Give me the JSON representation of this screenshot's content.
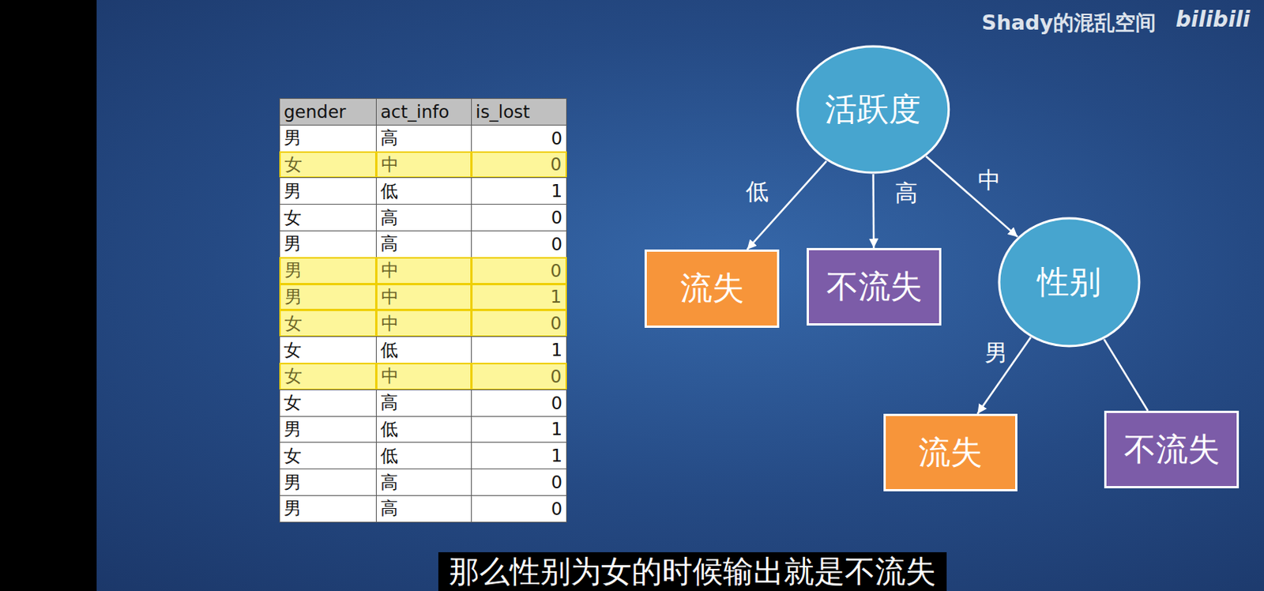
{
  "diagram": {
    "caption": "那么性别为女的时候输出就是不流失",
    "nodes": [
      {
        "text": [
          "活跃度"
        ]
      },
      {
        "text": [
          "流失"
        ]
      },
      {
        "text": [
          "不流失"
        ]
      },
      {
        "text": [
          "性别"
        ]
      },
      {
        "text": [
          "流失"
        ]
      },
      {
        "text": [
          "不流失"
        ]
      }
    ],
    "edges": [
      {
        "from": 0,
        "to": 1,
        "label": "低",
        "arrow": "to"
      },
      {
        "from": 0,
        "to": 2,
        "label": "高",
        "arrow": "to"
      },
      {
        "from": 0,
        "to": 3,
        "label": "中",
        "arrow": "to"
      },
      {
        "from": 3,
        "to": 4,
        "label": "男",
        "arrow": "to"
      },
      {
        "from": 3,
        "to": 5,
        "arrow": "none"
      }
    ],
    "labels": [
      "Shady的混乱空间",
      "bilibili",
      "gender",
      "act_info",
      "is_lost",
      "男",
      "高",
      "0",
      "女",
      "中",
      "0",
      "男",
      "低",
      "1",
      "女",
      "高",
      "0",
      "男",
      "高",
      "0",
      "男",
      "中",
      "0",
      "男",
      "中",
      "1",
      "女",
      "中",
      "0",
      "女",
      "低",
      "1",
      "女",
      "中",
      "0",
      "女",
      "高",
      "0",
      "男",
      "低",
      "1",
      "女",
      "低",
      "1",
      "男",
      "高",
      "0",
      "男",
      "高",
      "0"
    ]
  }
}
